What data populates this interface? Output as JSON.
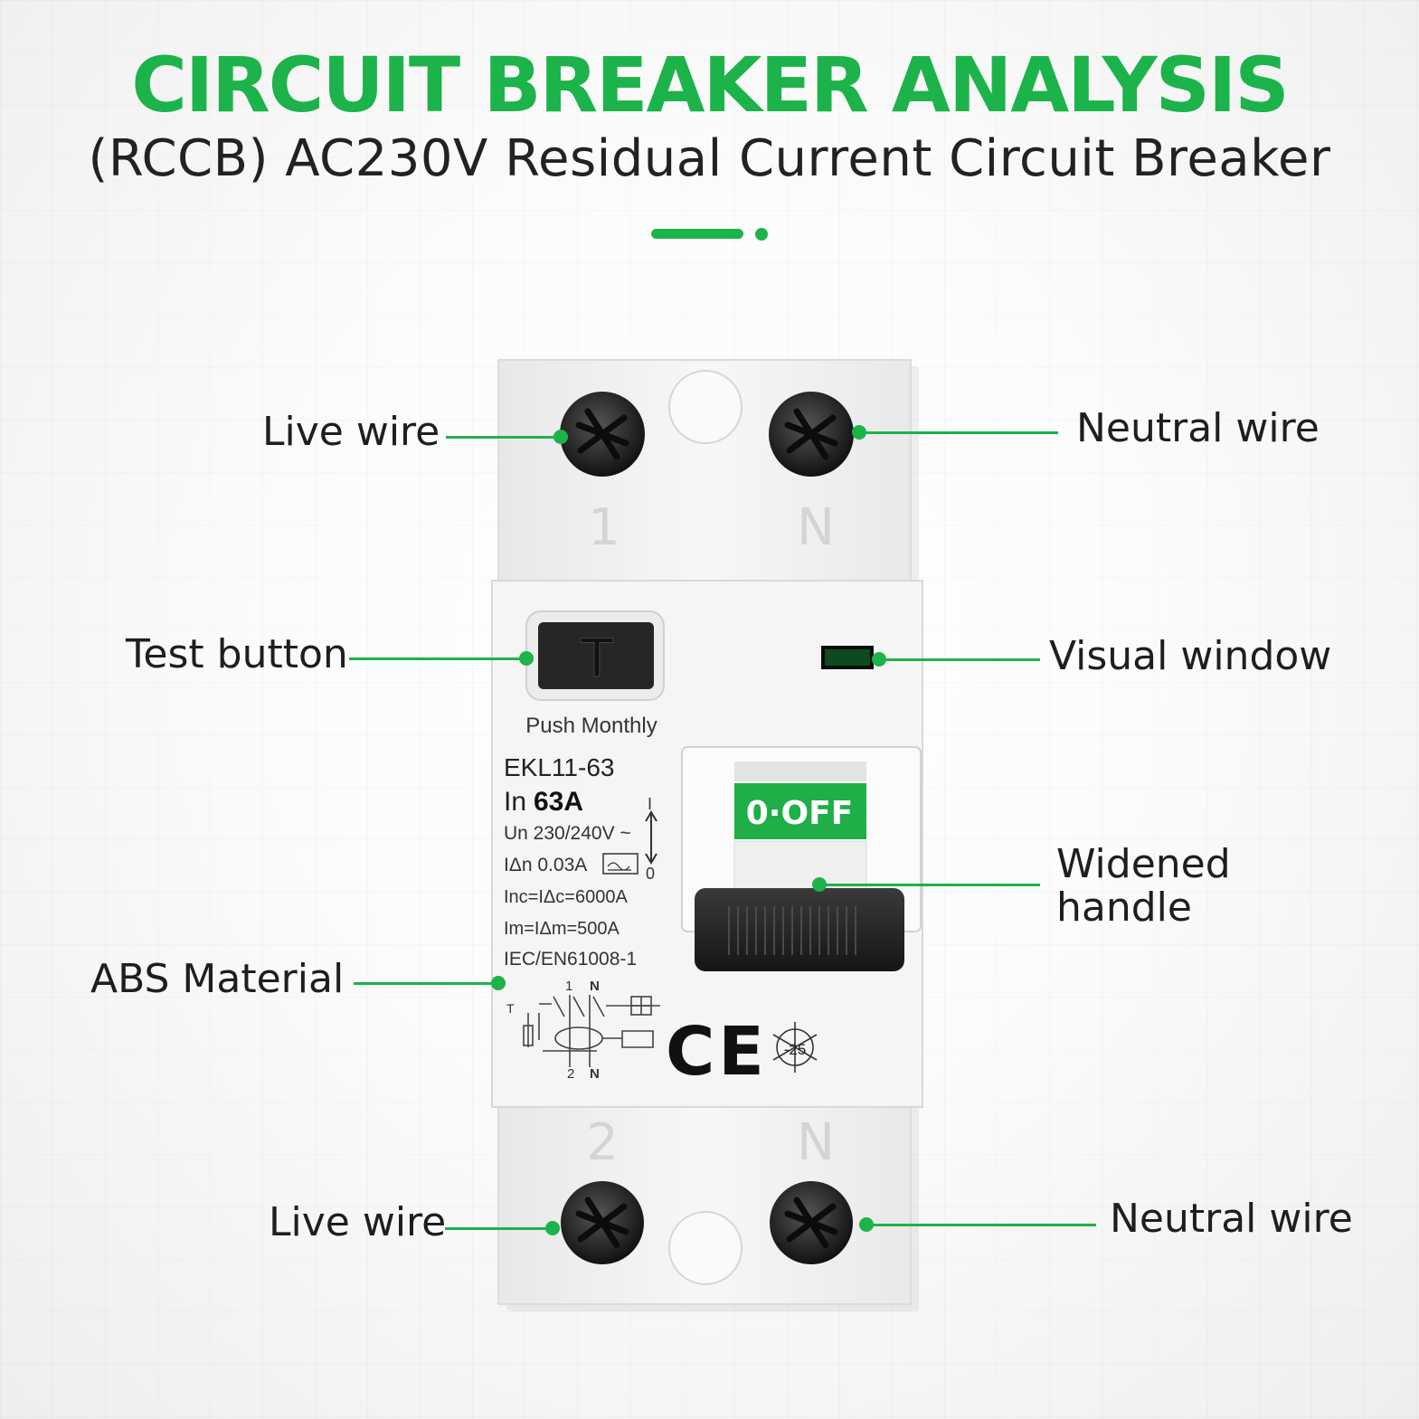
{
  "header": {
    "title": "CIRCUIT BREAKER ANALYSIS",
    "subtitle": "(RCCB) AC230V Residual Current Circuit Breaker"
  },
  "colors": {
    "accent": "#1cb34a",
    "text": "#1e1e1e",
    "body": "#f4f4f4",
    "screw": "#2a2a2a"
  },
  "labels": {
    "live_top": "Live wire",
    "neutral_top": "Neutral wire",
    "test_button": "Test button",
    "visual_window": "Visual window",
    "widened_handle": "Widened handle",
    "widened_line1": "Widened",
    "widened_line2": "handle",
    "abs_material": "ABS Material",
    "live_bottom": "Live wire",
    "neutral_bottom": "Neutral wire"
  },
  "device": {
    "terminal_top_left": "1",
    "terminal_top_right": "N",
    "terminal_bottom_left": "2",
    "terminal_bottom_right": "N",
    "test_key": "T",
    "push_note": "Push Monthly",
    "model": "EKL11-63",
    "rating_prefix": "In",
    "rating": "63A",
    "voltage": "Un 230/240V ~",
    "sensitivity": "IΔn 0.03A",
    "breaking": "Inc=IΔc=6000A",
    "making": "Im=IΔm=500A",
    "standard": "IEC/EN61008-1",
    "handle_state": "0·OFF",
    "switch_on": "I",
    "switch_off": "0",
    "ce_mark": "CE",
    "temp_mark": "-25",
    "diagram_top_1": "1",
    "diagram_top_n": "N",
    "diagram_bottom_2": "2",
    "diagram_bottom_n": "N",
    "diagram_test": "T"
  }
}
